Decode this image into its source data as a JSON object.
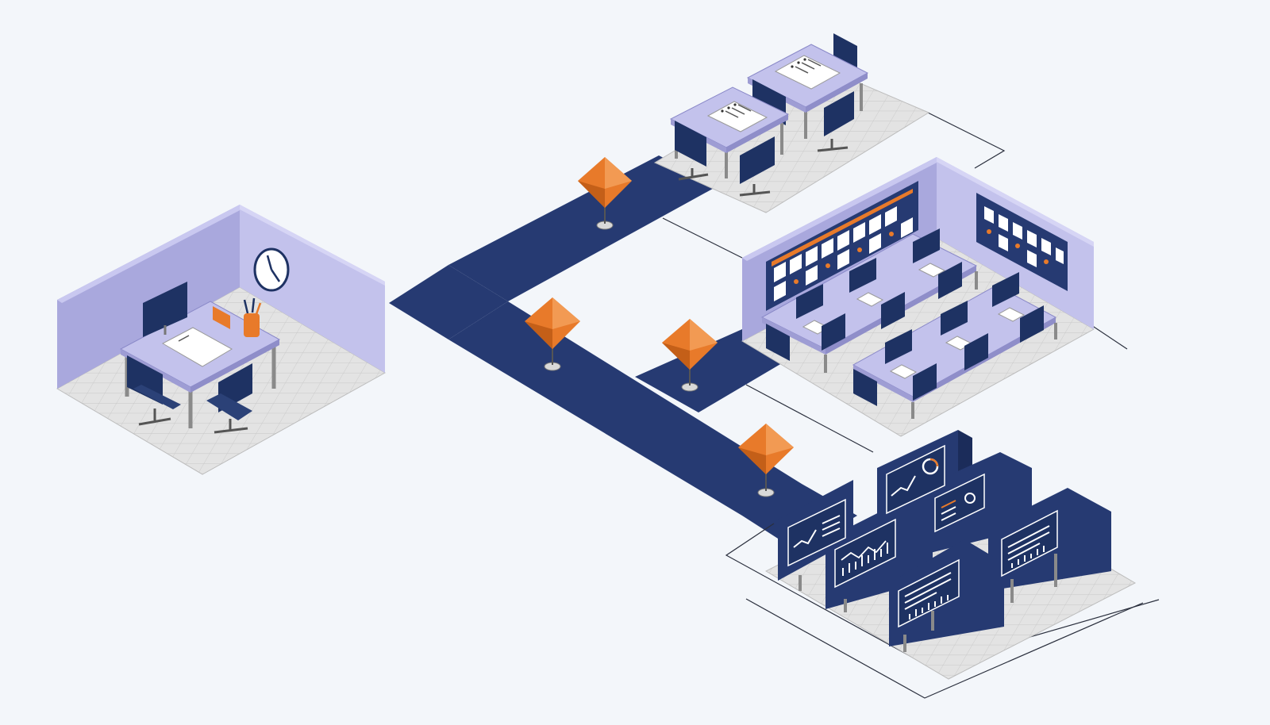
{
  "colors": {
    "background": "#f3f6fa",
    "path": "#263a72",
    "wall_light": "#c3c2ec",
    "wall_dark": "#a9a8dd",
    "floor": "#e3e3e3",
    "floor_grid": "#c9c9c9",
    "desk_top": "#c3c2ec",
    "chair": "#1e3263",
    "marker": "#e87a2a",
    "marker_dark": "#c45f18",
    "screen": "#1e3263",
    "outline": "#2a2f3d"
  },
  "icons": [
    "wall-clock-icon",
    "monitor-icon",
    "pencil-cup-icon",
    "folder-icon",
    "document-icon",
    "line-chart-icon",
    "bar-chart-icon",
    "donut-chart-icon",
    "waypoint-marker-icon"
  ],
  "zones": [
    {
      "id": "private-office"
    },
    {
      "id": "meeting-desks"
    },
    {
      "id": "computer-lab"
    },
    {
      "id": "analytics-cubicles"
    }
  ]
}
